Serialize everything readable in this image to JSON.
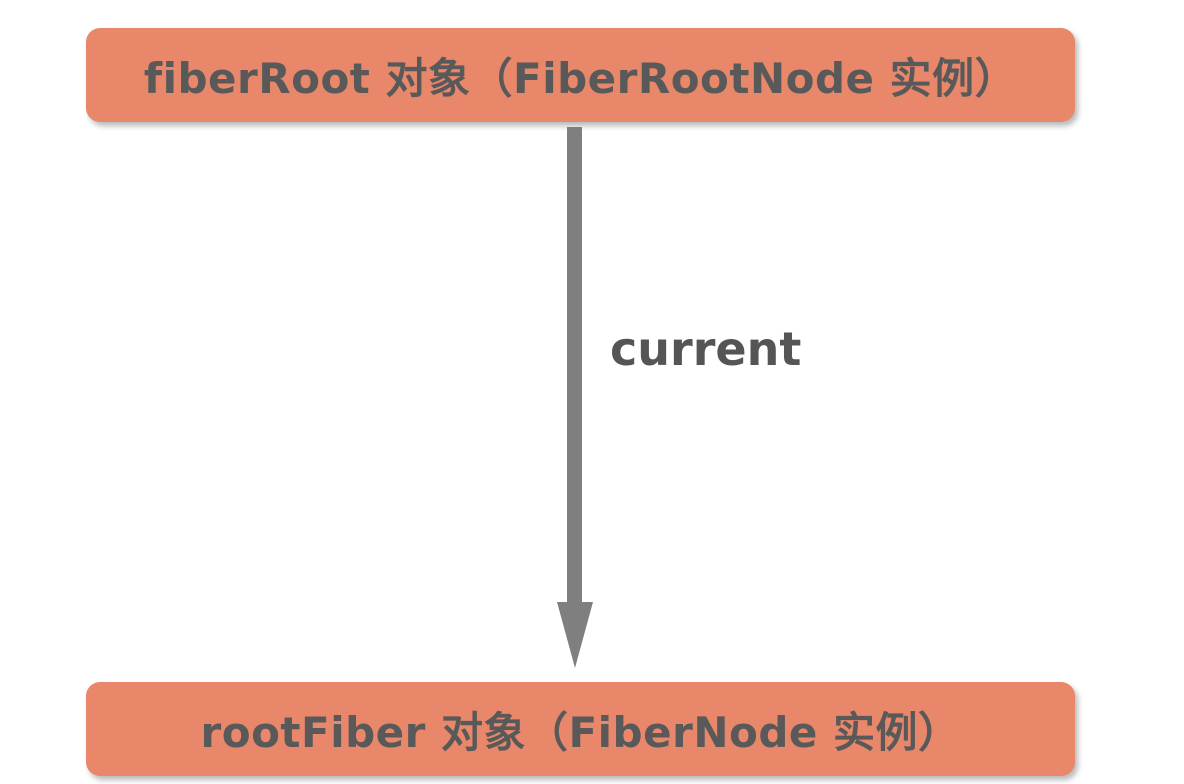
{
  "diagram": {
    "type": "flow",
    "background": "#ffffff",
    "nodes": [
      {
        "label": "fiberRoot 对象（FiberRootNode 实例）"
      },
      {
        "label": "rootFiber 对象（FiberNode 实例）"
      }
    ],
    "edge": {
      "label": "current",
      "direction": "down"
    }
  },
  "colors": {
    "background": "#ffffff",
    "node_fill": "#e8876a",
    "node_text": "#595959",
    "arrow": "#7f7f7f",
    "edge_label_text": "#555555"
  }
}
